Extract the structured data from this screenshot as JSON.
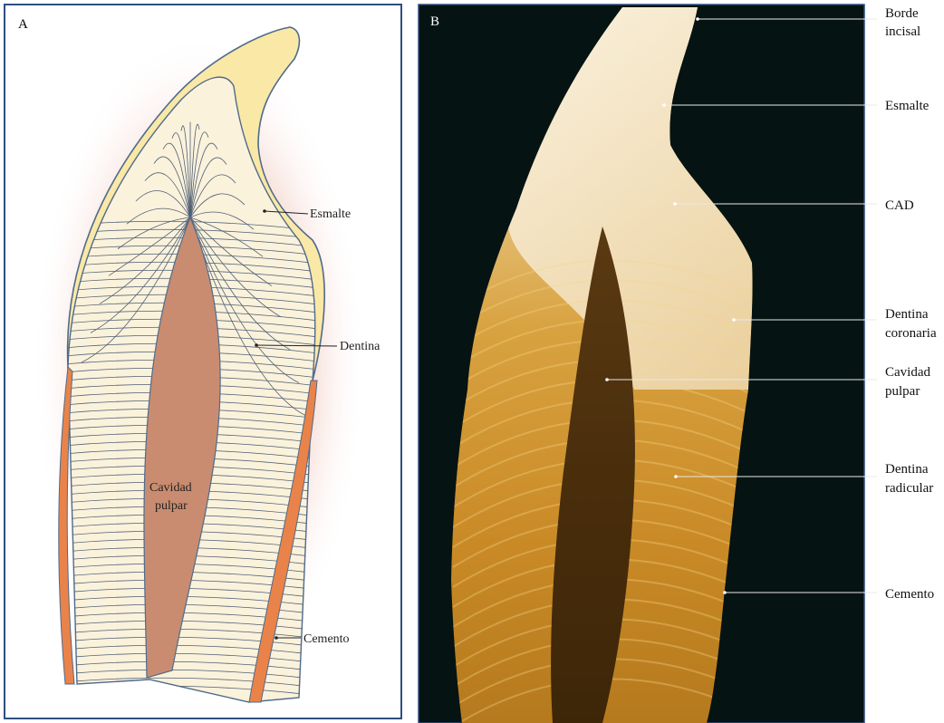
{
  "panel_a": {
    "letter": "A",
    "labels": {
      "esmalte": "Esmalte",
      "dentina": "Dentina",
      "cavidad_1": "Cavidad",
      "cavidad_2": "pulpar",
      "cemento": "Cemento"
    }
  },
  "panel_b": {
    "letter": "B",
    "labels": {
      "borde_1": "Borde",
      "borde_2": "incisal",
      "esmalte": "Esmalte",
      "cad": "CAD",
      "dentina_coronaria_1": "Dentina",
      "dentina_coronaria_2": "coronaria",
      "cavidad_1": "Cavidad",
      "cavidad_2": "pulpar",
      "dentina_radicular_1": "Dentina",
      "dentina_radicular_2": "radicular",
      "cemento": "Cemento"
    }
  },
  "colors": {
    "panel_border": "#2f4f7f",
    "enamel": "#fae8a6",
    "dentin": "#fbf2dc",
    "pulp": "#c98c70",
    "cementum": "#e9834a",
    "halo": "#f3d9d2",
    "photo_bg": "#061313"
  }
}
